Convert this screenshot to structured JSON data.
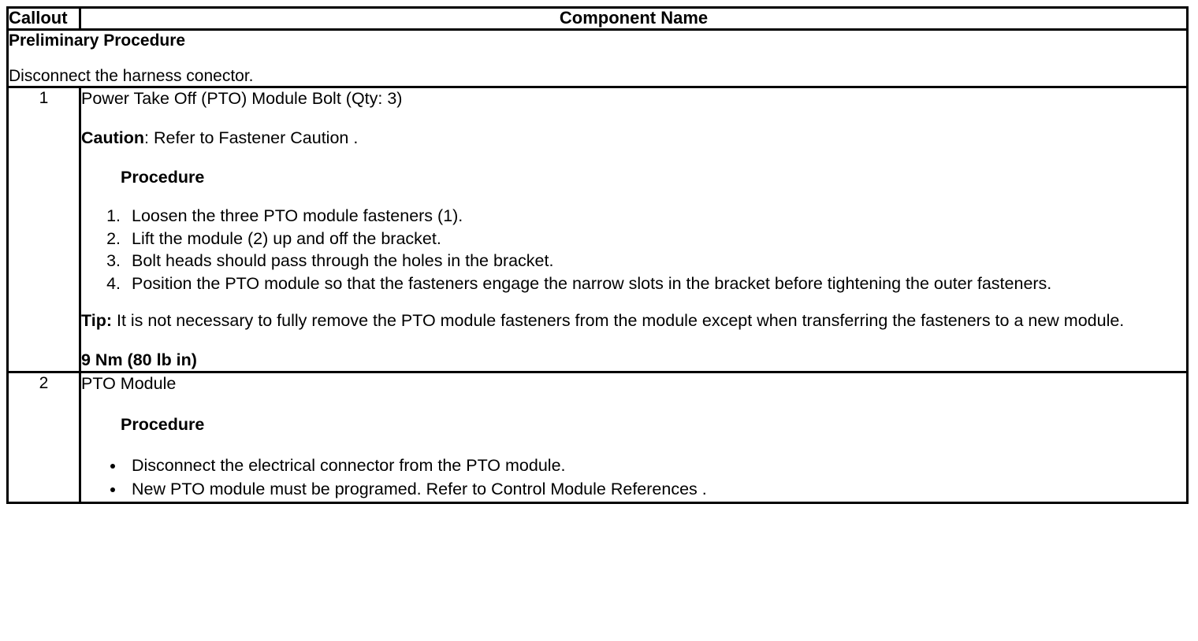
{
  "table": {
    "header": {
      "callout": "Callout",
      "component_name": "Component Name"
    },
    "preliminary": {
      "title": "Preliminary Procedure",
      "text": "Disconnect the harness conector."
    },
    "rows": [
      {
        "callout": "1",
        "component_name": "Power Take Off (PTO) Module Bolt (Qty: 3)",
        "caution_label": "Caution",
        "caution_text": ": Refer to Fastener Caution .",
        "procedure_heading": "Procedure",
        "steps": [
          "Loosen the three PTO module fasteners (1).",
          "Lift the module (2) up and off the bracket.",
          "Bolt heads should pass through the holes in the bracket.",
          "Position the PTO module so that the fasteners engage the narrow slots in the bracket before tightening the outer fasteners."
        ],
        "tip_label": "Tip:",
        "tip_text": " It is not necessary to fully remove the PTO module fasteners from the module except when transferring the fasteners to a new module.",
        "torque": "9 Nm (80 lb in)"
      },
      {
        "callout": "2",
        "component_name": "PTO Module",
        "procedure_heading": "Procedure",
        "bullets": [
          "Disconnect the electrical connector from the PTO module.",
          "New PTO module must be programed. Refer to Control Module References ."
        ]
      }
    ]
  },
  "colors": {
    "border": "#000000",
    "text": "#000000",
    "background": "#ffffff"
  }
}
